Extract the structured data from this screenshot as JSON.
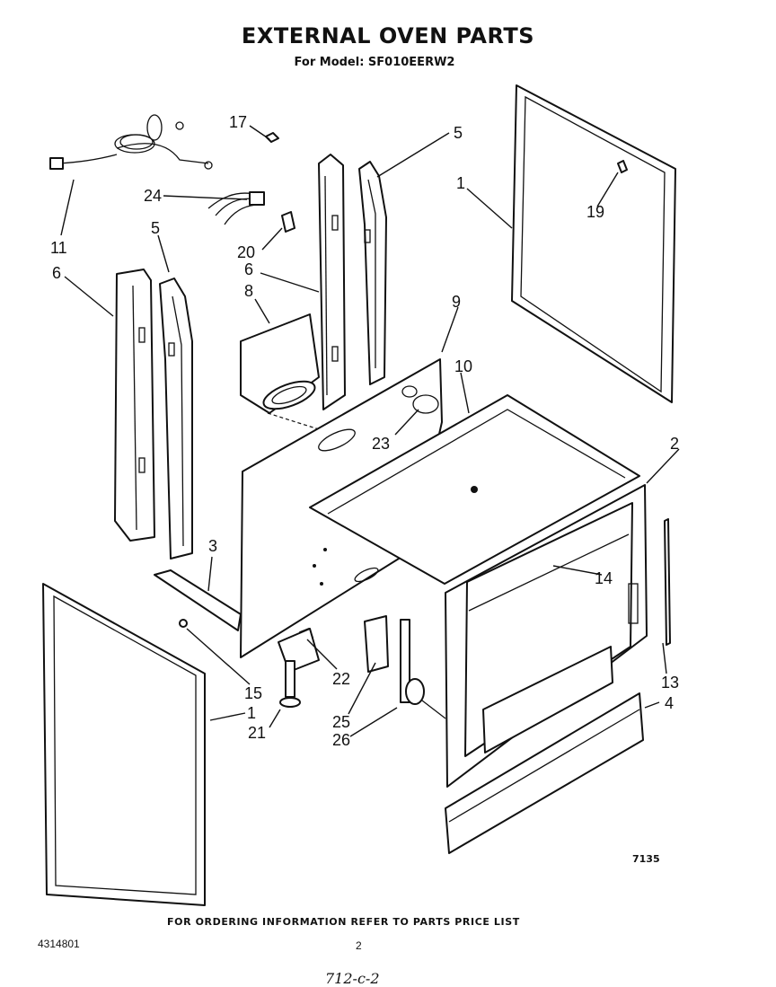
{
  "header": {
    "title": "EXTERNAL OVEN PARTS",
    "subtitle": "For Model: SF010EERW2"
  },
  "footer": {
    "ordering_note": "FOR ORDERING INFORMATION REFER TO PARTS PRICE LIST",
    "doc_number": "4314801",
    "page_number": "2",
    "handwritten_note": "712-c-2",
    "figure_number": "7135"
  },
  "callouts": {
    "c1a": "1",
    "c1b": "1",
    "c2": "2",
    "c3": "3",
    "c4": "4",
    "c5a": "5",
    "c5b": "5",
    "c6a": "6",
    "c6b": "6",
    "c8": "8",
    "c9": "9",
    "c10": "10",
    "c11": "11",
    "c13": "13",
    "c14": "14",
    "c15": "15",
    "c17": "17",
    "c19": "19",
    "c20": "20",
    "c21": "21",
    "c22": "22",
    "c23": "23",
    "c24": "24",
    "c25": "25",
    "c26": "26"
  }
}
